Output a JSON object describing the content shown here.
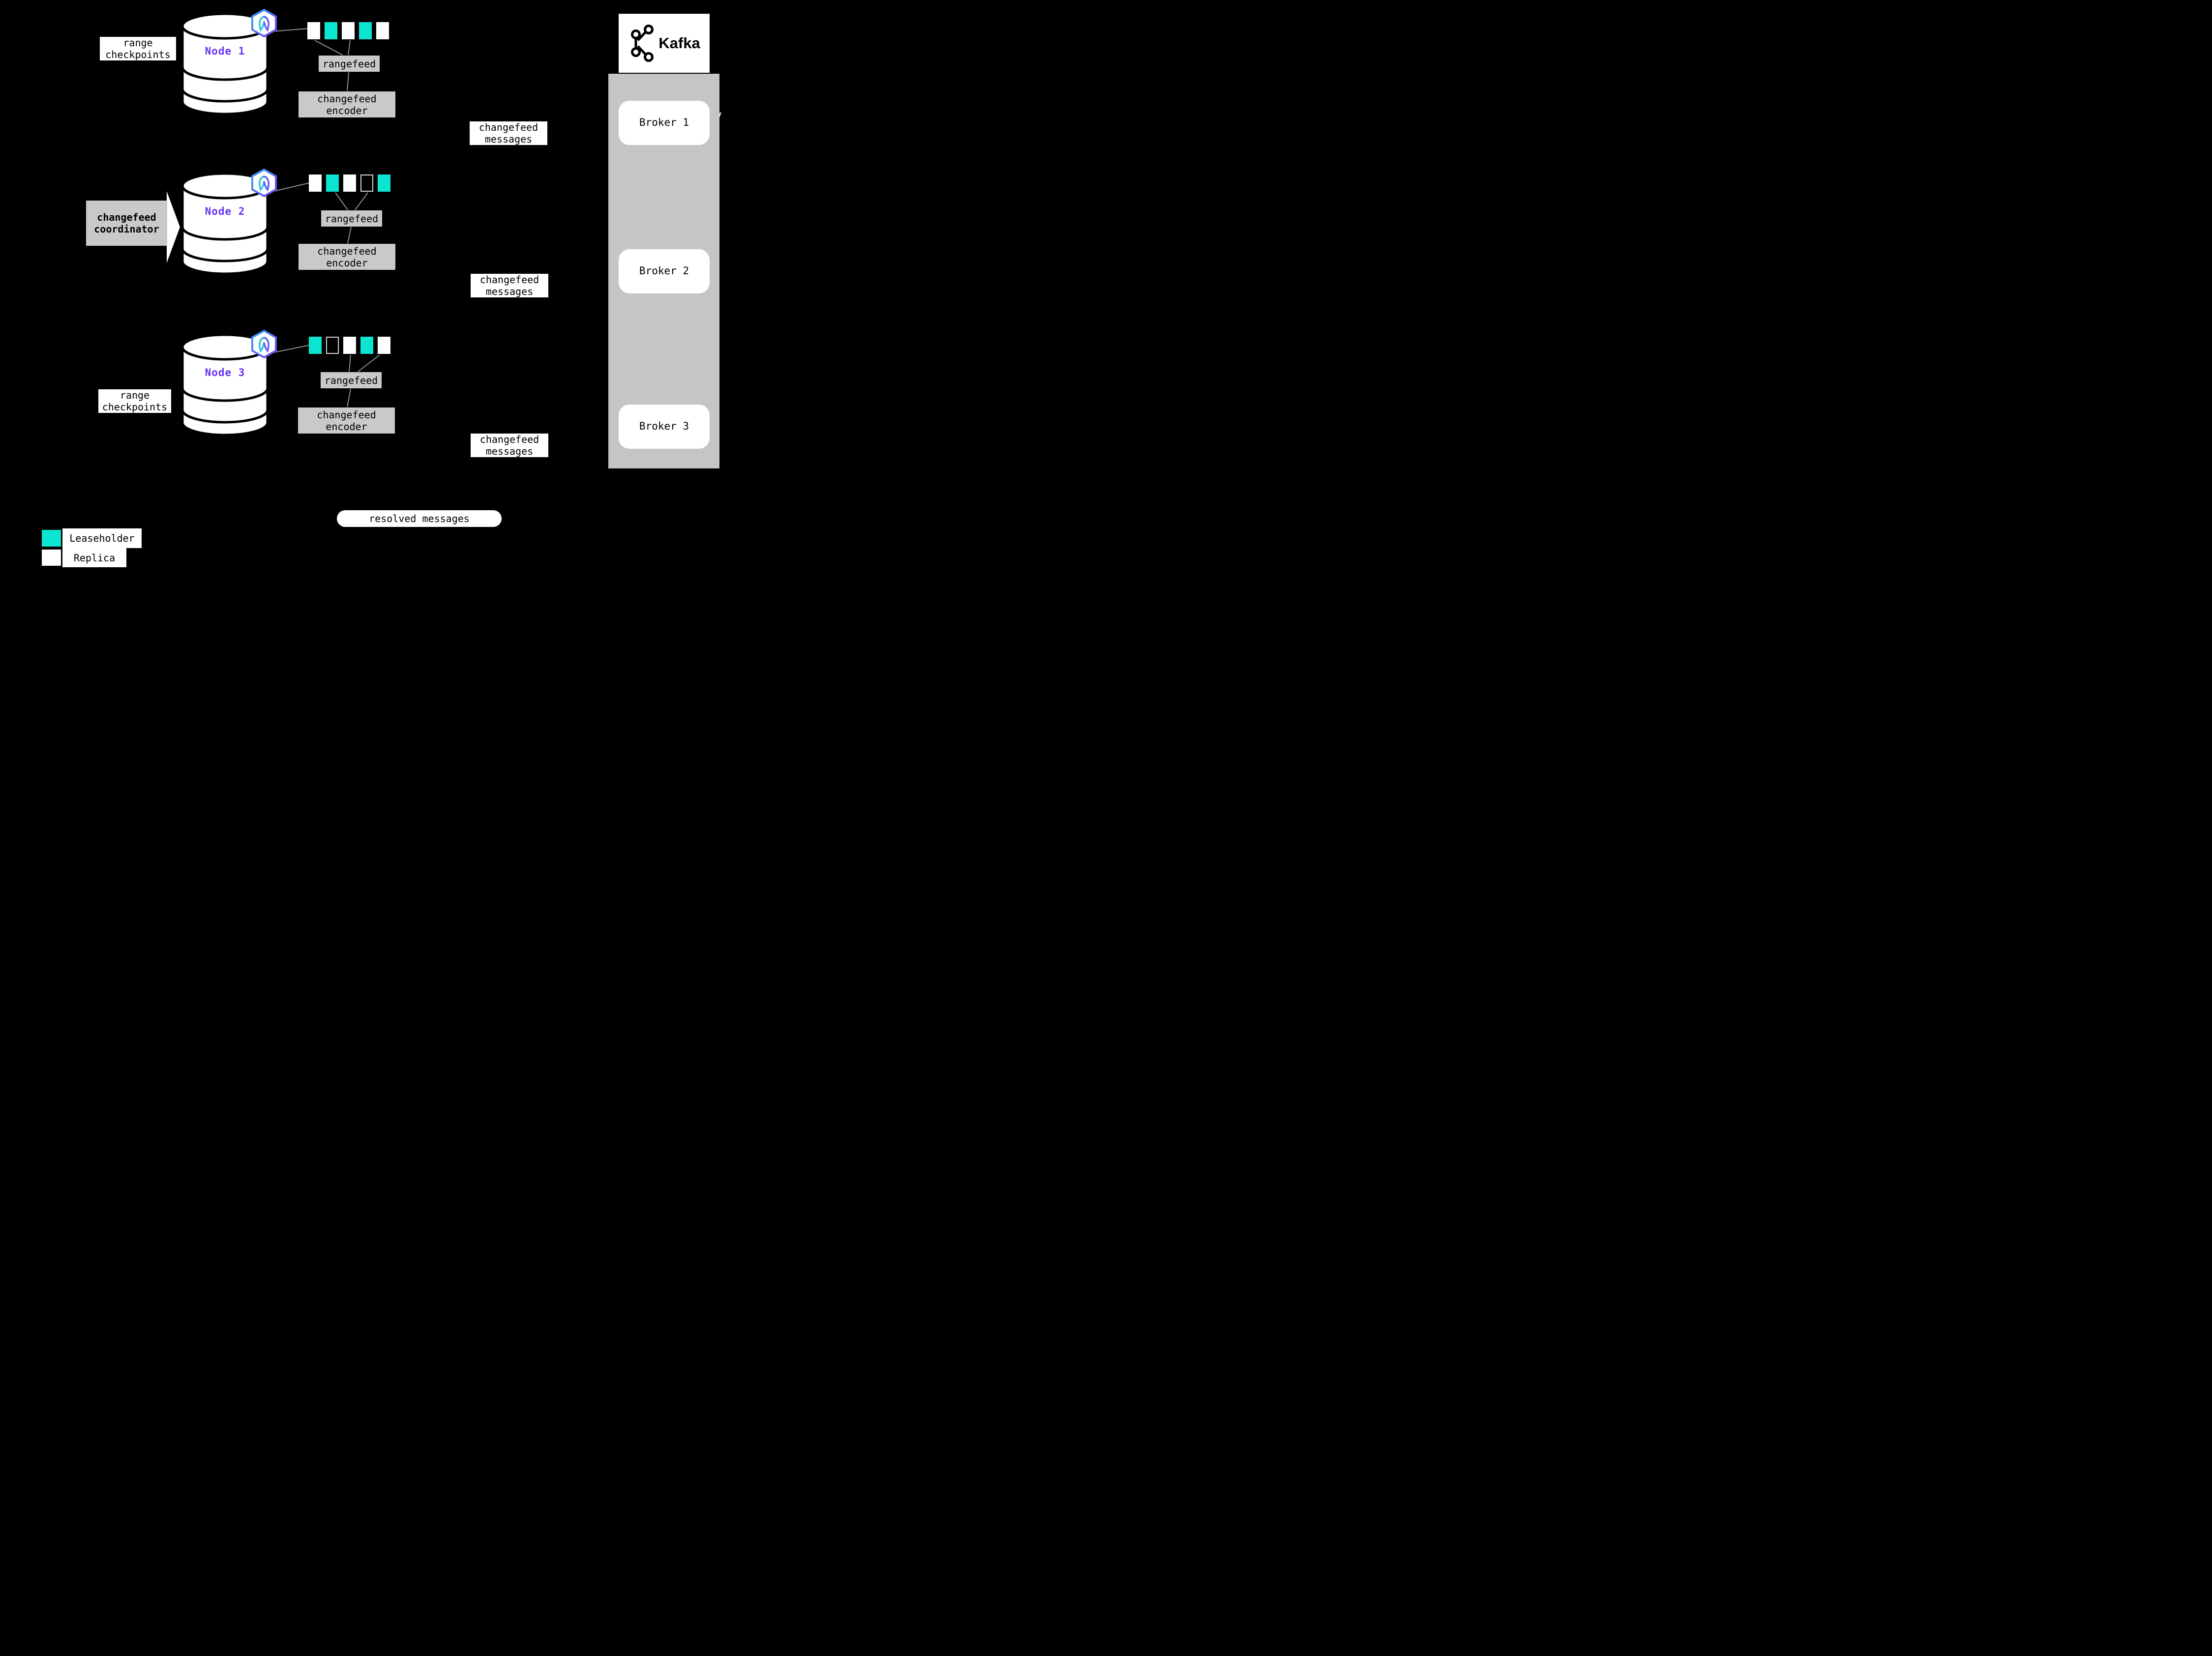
{
  "colors": {
    "background": "#000000",
    "leaseholder": "#0be5d2",
    "replica": "#ffffff",
    "outline_square_bg": "#000000",
    "outline_square_border": "#d8d8d8",
    "node_label": "#6633f2",
    "box_gray": "#c9c9c9",
    "kafka_panel_gray": "#c5c5c5",
    "connector_line": "#8c8c8c"
  },
  "labels": {
    "range_checkpoints": "range checkpoints",
    "coordinator": "changefeed coordinator",
    "rangefeed": "rangefeed",
    "encoder": "changefeed encoder",
    "messages": "changefeed messages",
    "resolved": "resolved messages"
  },
  "nodes": [
    {
      "name": "Node 1",
      "ranges": [
        "replica",
        "leaseholder",
        "replica",
        "leaseholder",
        "replica"
      ]
    },
    {
      "name": "Node 2",
      "ranges": [
        "replica",
        "leaseholder",
        "replica",
        "outline",
        "leaseholder"
      ]
    },
    {
      "name": "Node 3",
      "ranges": [
        "leaseholder",
        "outline",
        "replica",
        "leaseholder",
        "replica"
      ]
    }
  ],
  "kafka": {
    "title": "Kafka",
    "brokers": [
      {
        "label": "Broker 1"
      },
      {
        "label": "Broker 2"
      },
      {
        "label": "Broker 3"
      }
    ]
  },
  "legend": {
    "items": [
      {
        "label": "Leaseholder",
        "type": "leaseholder"
      },
      {
        "label": "Replica",
        "type": "replica"
      }
    ]
  }
}
